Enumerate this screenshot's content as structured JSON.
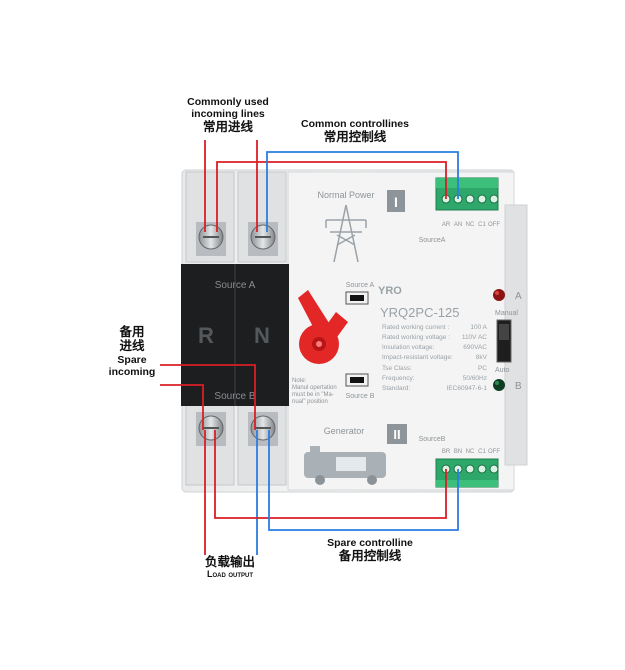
{
  "annotations": {
    "common_incoming": {
      "en_line1": "Commonly used",
      "en_line2": "incoming lines",
      "zh": "常用进线"
    },
    "common_control": {
      "en": "Common controllines",
      "zh": "常用控制线"
    },
    "spare_incoming": {
      "zh_line1": "备用",
      "zh_line2": "进线",
      "en_line1": "Spare",
      "en_line2": "incoming"
    },
    "load_output": {
      "zh": "负载输出",
      "en": "Load output"
    },
    "spare_control": {
      "en": "Spare controlline",
      "zh": "备用控制线"
    }
  },
  "device": {
    "brand": "YRO",
    "model": "YRQ2PC-125",
    "source_a_label": "Source A",
    "source_b_label": "Source B",
    "pole_r": "R",
    "pole_n": "N",
    "normal_power": "Normal Power",
    "generator": "Generator",
    "roman_1": "I",
    "roman_2": "II",
    "source_a_small": "SourceA",
    "source_b_small": "SourceB",
    "indicator_a": "A",
    "indicator_b": "B",
    "manual": "Manual",
    "auto": "Auto",
    "terminal_a_labels": [
      "AR",
      "AN",
      "NC",
      "C1",
      "OFF"
    ],
    "terminal_b_labels": [
      "BR",
      "BN",
      "NC",
      "C1",
      "OFF"
    ],
    "specs": [
      {
        "k": "Rated working current :",
        "v": "100 A"
      },
      {
        "k": "Rated working voltage :",
        "v": "110V AC"
      },
      {
        "k": "Insulation voltage:",
        "v": "690VAC"
      },
      {
        "k": "Impact-resistant voltage:",
        "v": "8kV"
      },
      {
        "k": "Tse Class:",
        "v": "PC"
      },
      {
        "k": "Frequency:",
        "v": "50/60Hz"
      },
      {
        "k": "Standard:",
        "v": "IEC60947-6-1"
      }
    ],
    "note": [
      "Note:",
      "Manul opertation",
      "must be in \"Ma-",
      "nual\" position"
    ]
  }
}
